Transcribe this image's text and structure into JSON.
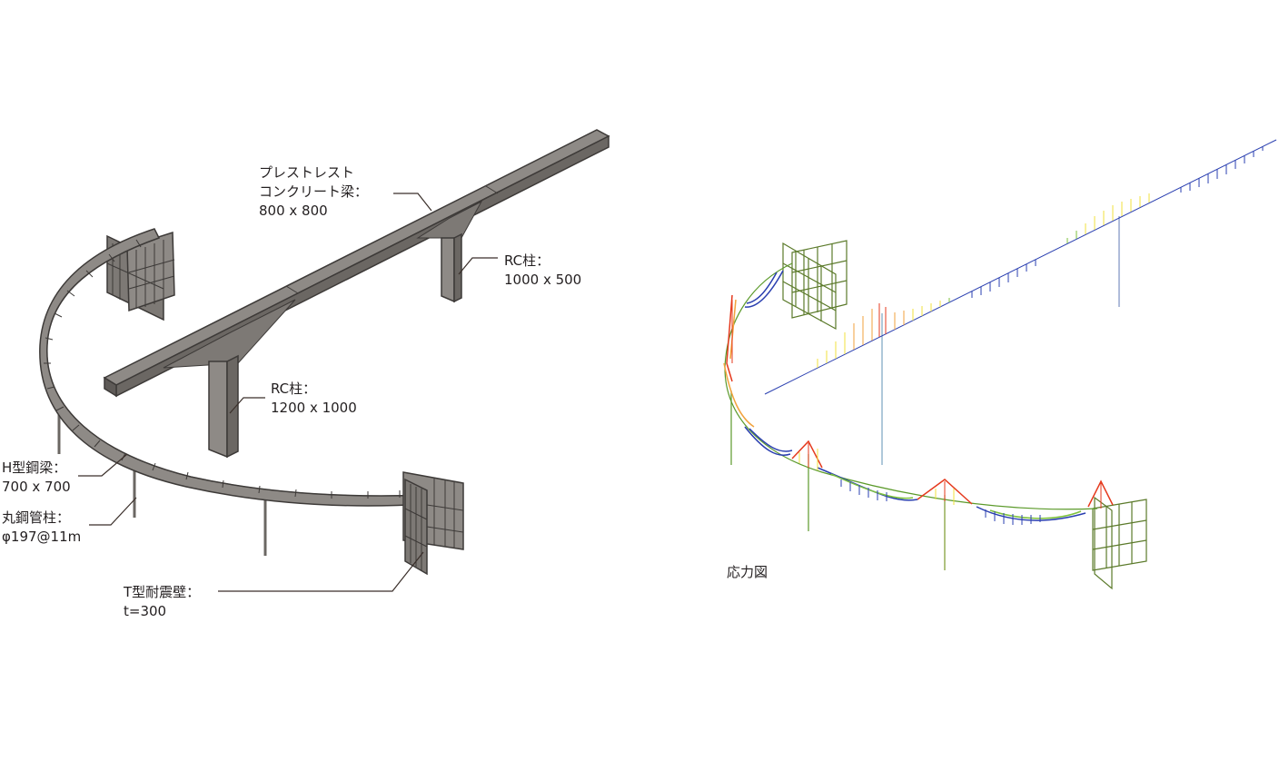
{
  "structure_labels": {
    "pc_beam": {
      "line1": "プレストレスト",
      "line2": "コンクリート梁：",
      "line3": "800 x 800"
    },
    "rc_column_small": {
      "line1": "RC柱：",
      "line2": "1000 x 500"
    },
    "rc_column_large": {
      "line1": "RC柱：",
      "line2": "1200 x 1000"
    },
    "h_steel_beam": {
      "line1": "H型鋼梁：",
      "line2": "700 x 700"
    },
    "steel_pipe_column": {
      "line1": "丸鋼管柱：",
      "line2": "φ197@11m"
    },
    "t_shear_wall": {
      "line1": "T型耐震壁：",
      "line2": "t=300"
    }
  },
  "stress_diagram": {
    "caption": "応力図"
  },
  "colors": {
    "concrete_top": "#8e8a86",
    "concrete_side": "#6b6763",
    "concrete_edge": "#3d3a38",
    "leader": "#3a2f2a",
    "wall_mesh": "#5b7a2a",
    "stress_red": "#e53a1e",
    "stress_yellow": "#f2e23c",
    "stress_green": "#7ec23c",
    "stress_blue": "#2a3fb0"
  }
}
